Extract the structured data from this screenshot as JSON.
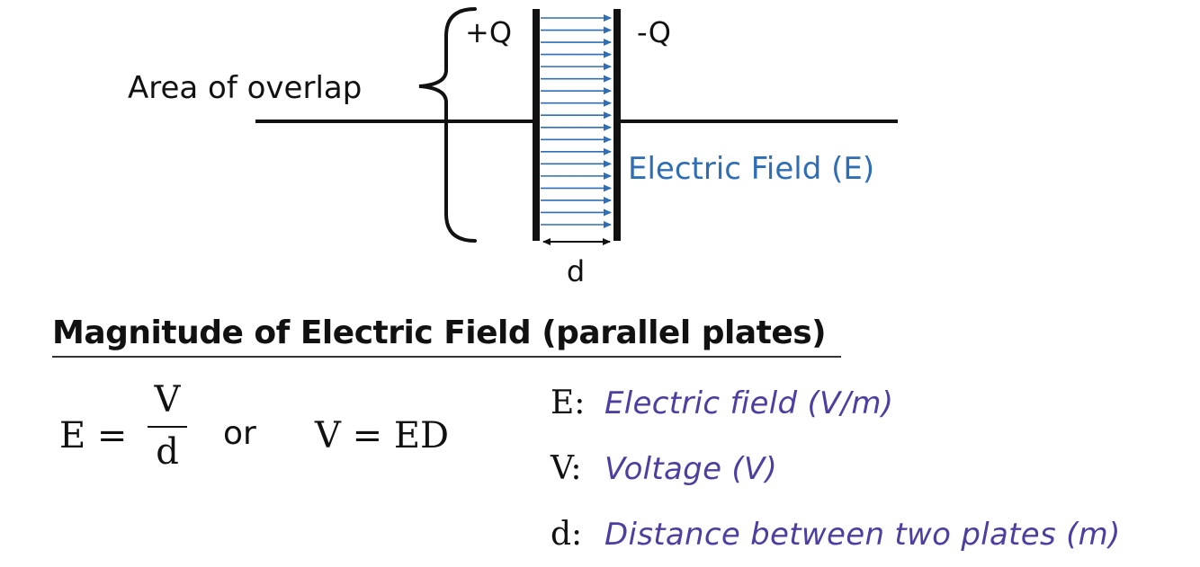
{
  "diagram": {
    "plus_charge": "+Q",
    "minus_charge": "-Q",
    "area_label": "Area of overlap",
    "field_label": "Electric Field (E)",
    "gap_label": "d",
    "field_line_count": 18
  },
  "heading": "Magnitude of Electric Field (parallel plates)",
  "formulas": {
    "eq1_lhs": "E =",
    "eq1_num": "V",
    "eq1_den": "d",
    "or_word": "or",
    "eq2": "V = ED"
  },
  "legend": [
    {
      "symbol": "E:",
      "description": "Electric field (V/m)"
    },
    {
      "symbol": "V:",
      "description": "Voltage (V)"
    },
    {
      "symbol": "d:",
      "description": "Distance between two plates (m)"
    }
  ],
  "colors": {
    "field_blue": "#2f6db5",
    "legend_purple": "#4d3fa0",
    "ink": "#111111"
  }
}
